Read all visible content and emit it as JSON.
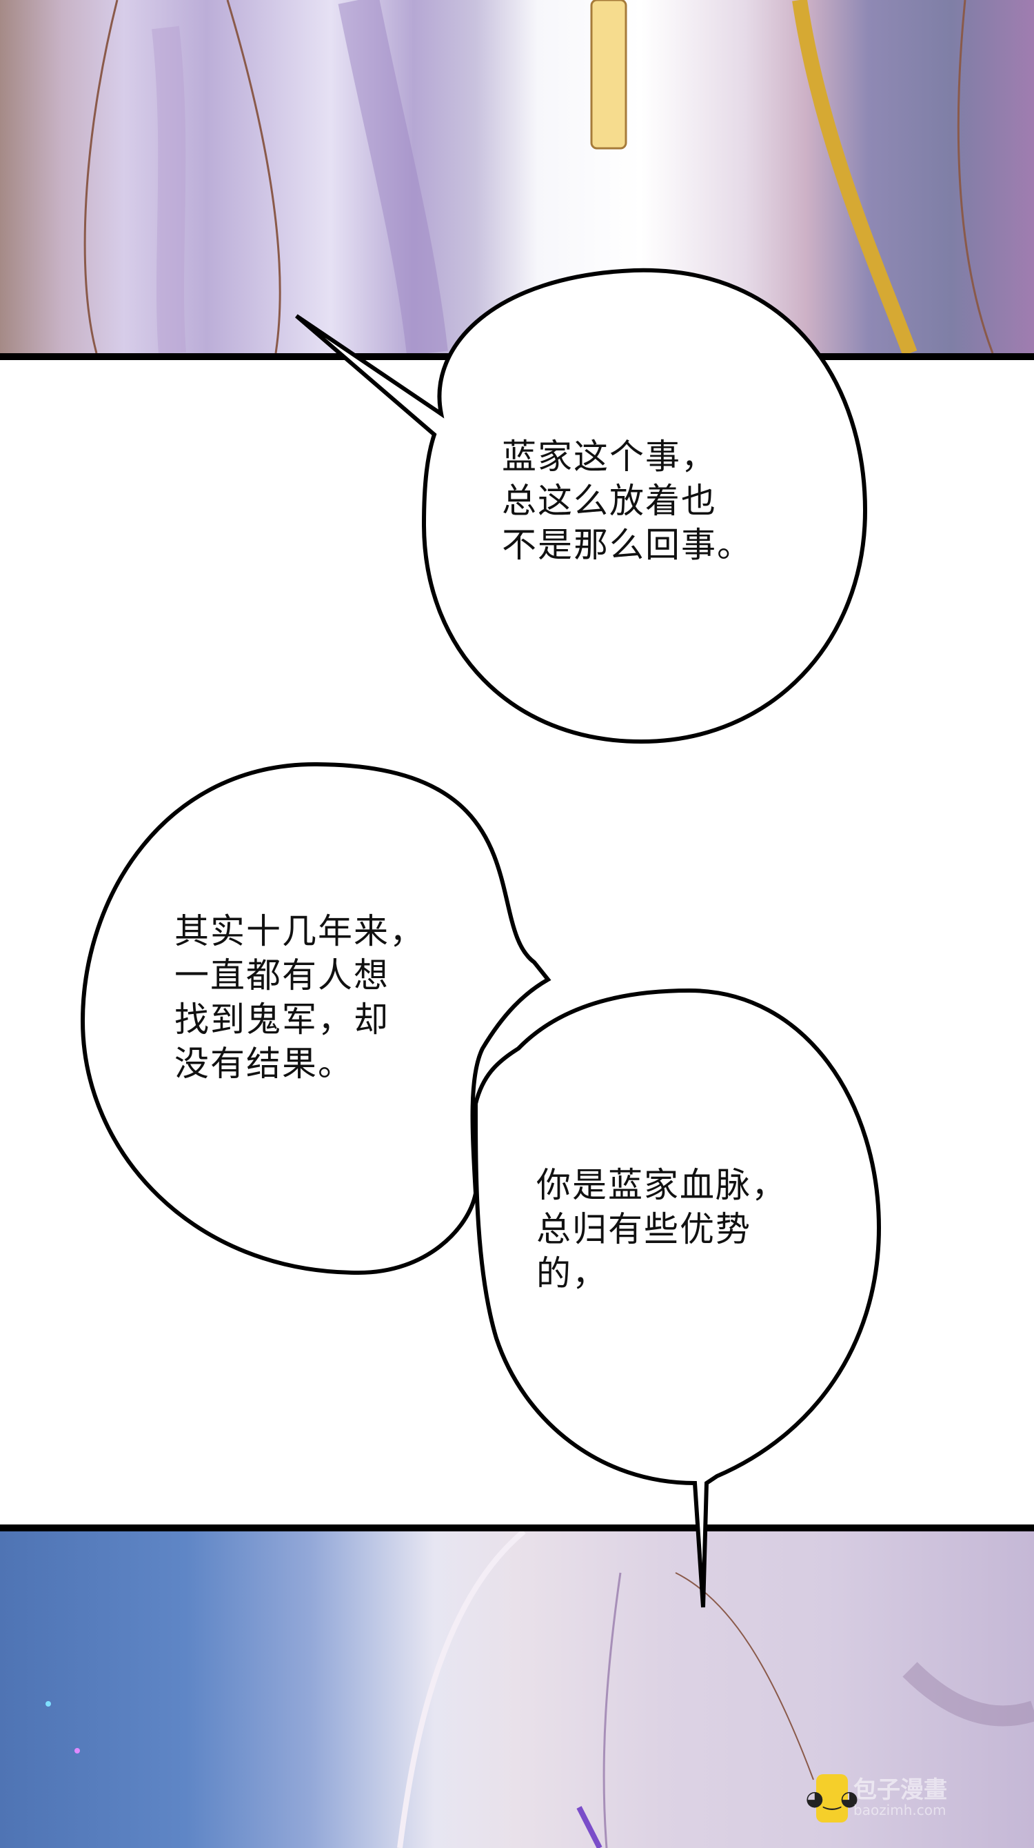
{
  "panels": {
    "top": {
      "description": "close-up of lavender hair and white robe with yellow ribbon"
    },
    "bottom": {
      "description": "silver-lavender haired character against blue sky"
    }
  },
  "bubbles": [
    {
      "id": "bubble-1",
      "text": "蓝家这个事，\n总这么放着也\n不是那么回事。"
    },
    {
      "id": "bubble-2",
      "text": "其实十几年来，\n一直都有人想\n找到鬼军，却\n没有结果。"
    },
    {
      "id": "bubble-3",
      "text": "你是蓝家血脉，\n总归有些优势\n的，"
    }
  ],
  "watermark": {
    "logo": "baozi-icon",
    "text": "包子漫畫",
    "sub": "baozimh.com"
  },
  "colors": {
    "border": "#000000",
    "sky": "#5f86c6",
    "hair": "#d7cde2",
    "logo": "#f5cf2a"
  }
}
